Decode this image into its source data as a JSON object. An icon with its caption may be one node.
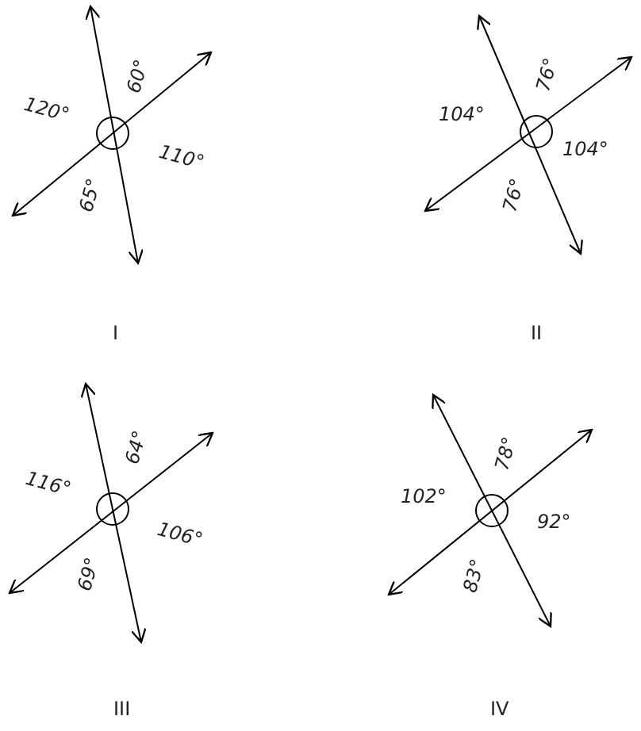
{
  "diagram": {
    "labels": [
      "60°",
      "120°",
      "110°",
      "65°",
      "I",
      "76°",
      "104°",
      "104°",
      "76°",
      "II",
      "64°",
      "116°",
      "106°",
      "69°",
      "III",
      "78°",
      "102°",
      "92°",
      "83°",
      "IV"
    ]
  }
}
